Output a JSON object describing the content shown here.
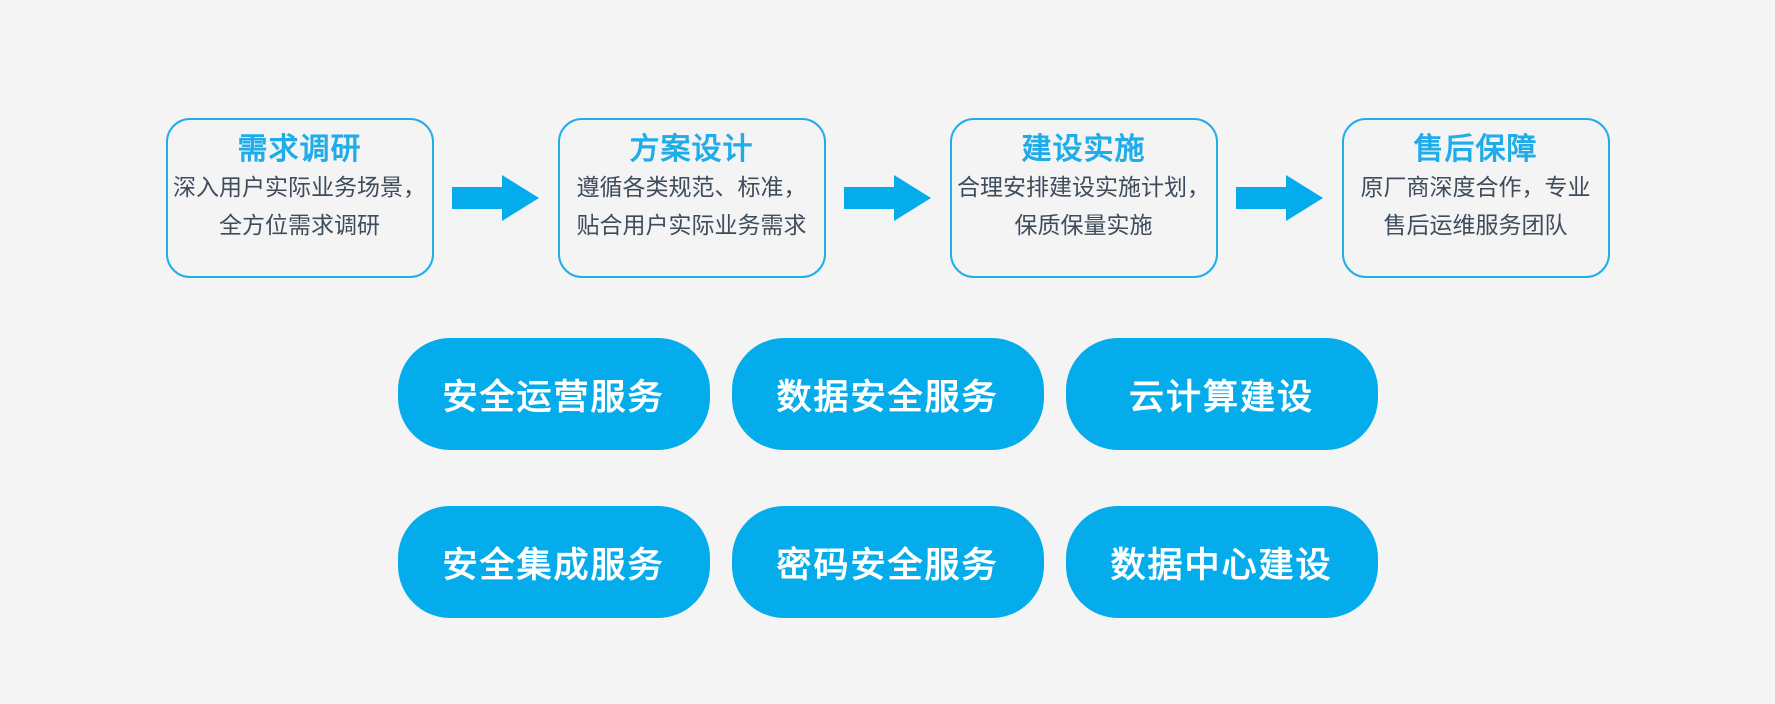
{
  "colors": {
    "background": "#f4f4f5",
    "accent": "#1fadea",
    "pill_fill": "#04aceb",
    "body_text": "#3e4c5b",
    "pill_text": "#ffffff"
  },
  "process": {
    "steps": [
      {
        "title": "需求调研",
        "lines": [
          "深入用户实际业务场景，",
          "全方位需求调研"
        ]
      },
      {
        "title": "方案设计",
        "lines": [
          "遵循各类规范、标准，",
          "贴合用户实际业务需求"
        ]
      },
      {
        "title": "建设实施",
        "lines": [
          "合理安排建设实施计划，",
          "保质保量实施"
        ]
      },
      {
        "title": "售后保障",
        "lines": [
          "原厂商深度合作，专业",
          "售后运维服务团队"
        ]
      }
    ]
  },
  "services": {
    "rows": [
      [
        "安全运营服务",
        "数据安全服务",
        "云计算建设"
      ],
      [
        "安全集成服务",
        "密码安全服务",
        "数据中心建设"
      ]
    ]
  }
}
